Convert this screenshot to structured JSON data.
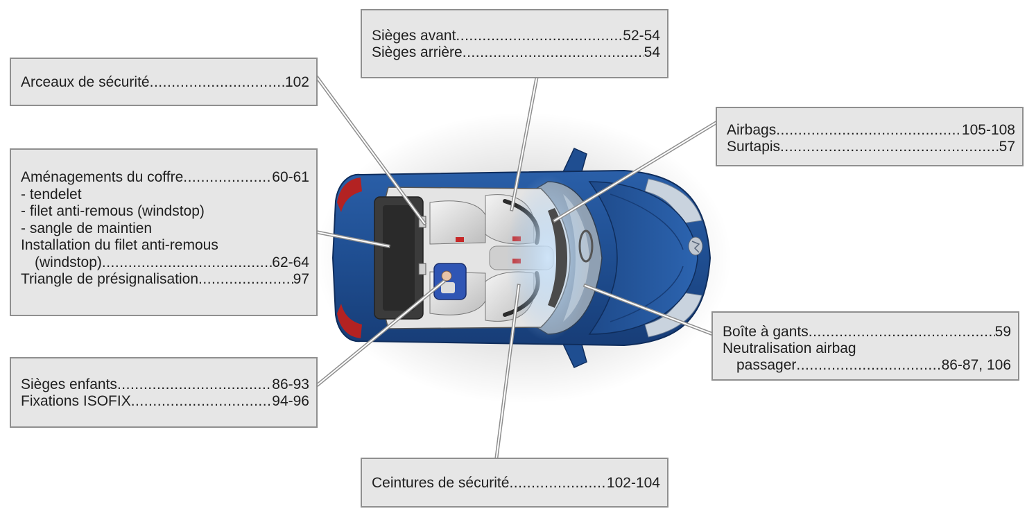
{
  "colors": {
    "car_body": "#1f4e91",
    "car_shadow": "#14356a",
    "interior": "#d9d9d9",
    "callout_bg": "#e6e6e6",
    "callout_border": "#8f8f8f",
    "leader": "#8f8f8f",
    "airbag_glow": "#9fc7ee"
  },
  "callouts": {
    "arceaux": {
      "rows": [
        {
          "label": "Arceaux de sécurité",
          "page": "102"
        }
      ]
    },
    "sieges": {
      "rows": [
        {
          "label": "Sièges avant",
          "page": "52-54"
        },
        {
          "label": "Sièges arrière ",
          "page": "54"
        }
      ]
    },
    "airbags": {
      "rows": [
        {
          "label": "Airbags ",
          "page": "105-108"
        },
        {
          "label": "Surtapis ",
          "page": "57"
        }
      ]
    },
    "coffre": {
      "rows": [
        {
          "label": "Aménagements du coffre ",
          "page": "60-61"
        },
        {
          "label": "- tendelet"
        },
        {
          "label": "- filet anti-remous (windstop)"
        },
        {
          "label": "- sangle de maintien"
        },
        {
          "label": "Installation du filet anti-remous"
        },
        {
          "label": "(windstop)",
          "page": "62-64",
          "indent": true
        },
        {
          "label": "Triangle de présignalisation",
          "page": "97"
        }
      ]
    },
    "enfants": {
      "rows": [
        {
          "label": "Sièges enfants",
          "page": "86-93"
        },
        {
          "label": "Fixations ISOFIX ",
          "page": "94-96"
        }
      ]
    },
    "gants": {
      "rows": [
        {
          "label": "Boîte à gants ",
          "page": "59"
        },
        {
          "label": "Neutralisation airbag"
        },
        {
          "label": "passager",
          "page": "86-87, 106",
          "indent": true
        }
      ]
    },
    "ceintures": {
      "rows": [
        {
          "label": "Ceintures de sécurité",
          "page": "102-104"
        }
      ]
    }
  }
}
